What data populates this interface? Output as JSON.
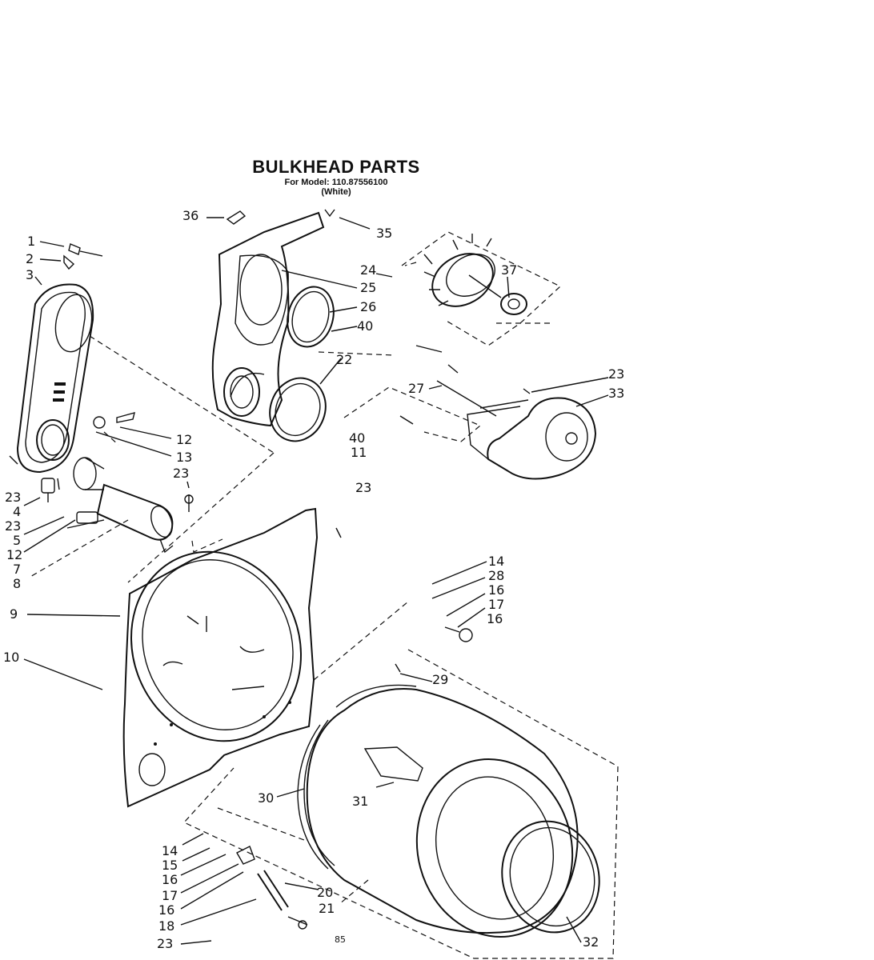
{
  "header": {
    "title": "BULKHEAD PARTS",
    "model_line": "For Model: 110.87556100",
    "color_line": "(White)"
  },
  "page_number": "85",
  "callouts": [
    {
      "id": "c1",
      "text": "1"
    },
    {
      "id": "c2",
      "text": "2"
    },
    {
      "id": "c3",
      "text": "3"
    },
    {
      "id": "c36",
      "text": "36"
    },
    {
      "id": "c35",
      "text": "35"
    },
    {
      "id": "c24",
      "text": "24"
    },
    {
      "id": "c25",
      "text": "25"
    },
    {
      "id": "c26",
      "text": "26"
    },
    {
      "id": "c40a",
      "text": "40"
    },
    {
      "id": "c37",
      "text": "37"
    },
    {
      "id": "c22",
      "text": "22"
    },
    {
      "id": "c27",
      "text": "27"
    },
    {
      "id": "c23a",
      "text": "23"
    },
    {
      "id": "c33",
      "text": "33"
    },
    {
      "id": "c12a",
      "text": "12"
    },
    {
      "id": "c13",
      "text": "13"
    },
    {
      "id": "c23b",
      "text": "23"
    },
    {
      "id": "c40b",
      "text": "40"
    },
    {
      "id": "c11",
      "text": "11"
    },
    {
      "id": "c23c",
      "text": "23"
    },
    {
      "id": "c23d",
      "text": "23"
    },
    {
      "id": "c4",
      "text": "4"
    },
    {
      "id": "c23e",
      "text": "23"
    },
    {
      "id": "c5",
      "text": "5"
    },
    {
      "id": "c12b",
      "text": "12"
    },
    {
      "id": "c7",
      "text": "7"
    },
    {
      "id": "c8",
      "text": "8"
    },
    {
      "id": "c9",
      "text": "9"
    },
    {
      "id": "c10",
      "text": "10"
    },
    {
      "id": "c14a",
      "text": "14"
    },
    {
      "id": "c28",
      "text": "28"
    },
    {
      "id": "c16a",
      "text": "16"
    },
    {
      "id": "c17a",
      "text": "17"
    },
    {
      "id": "c16b",
      "text": "16"
    },
    {
      "id": "c29",
      "text": "29"
    },
    {
      "id": "c30",
      "text": "30"
    },
    {
      "id": "c31",
      "text": "31"
    },
    {
      "id": "c14b",
      "text": "14"
    },
    {
      "id": "c15",
      "text": "15"
    },
    {
      "id": "c16c",
      "text": "16"
    },
    {
      "id": "c17b",
      "text": "17"
    },
    {
      "id": "c16d",
      "text": "16"
    },
    {
      "id": "c18",
      "text": "18"
    },
    {
      "id": "c23f",
      "text": "23"
    },
    {
      "id": "c20",
      "text": "20"
    },
    {
      "id": "c21",
      "text": "21"
    },
    {
      "id": "c32",
      "text": "32"
    }
  ]
}
